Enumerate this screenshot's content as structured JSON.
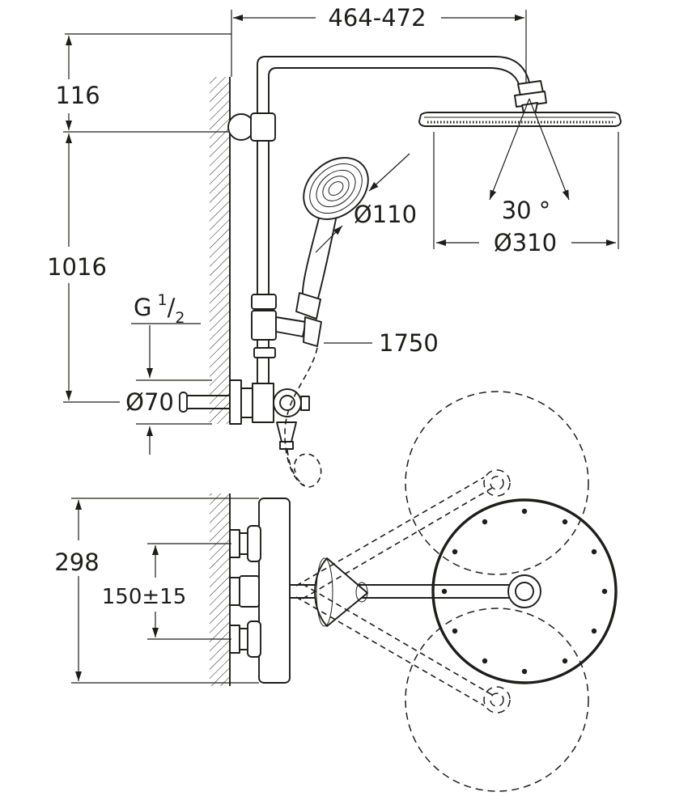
{
  "meta": {
    "title": "Shower system technical drawing",
    "line_color": "#1d1d1b",
    "bg_color": "#ffffff"
  },
  "dimensions": {
    "span_width": "464-472",
    "top_offset": "116",
    "rail_height": "1016",
    "thread_g": "G",
    "thread_numerator": "1",
    "thread_slash": "/",
    "thread_denominator": "2",
    "escutcheon_dia": "Ø70",
    "hose_length": "1750",
    "handshower_dia": "Ø110",
    "swivel_angle": "30 °",
    "headshower_dia": "Ø310",
    "bar_span": "298",
    "valve_spacing": "150±15"
  }
}
